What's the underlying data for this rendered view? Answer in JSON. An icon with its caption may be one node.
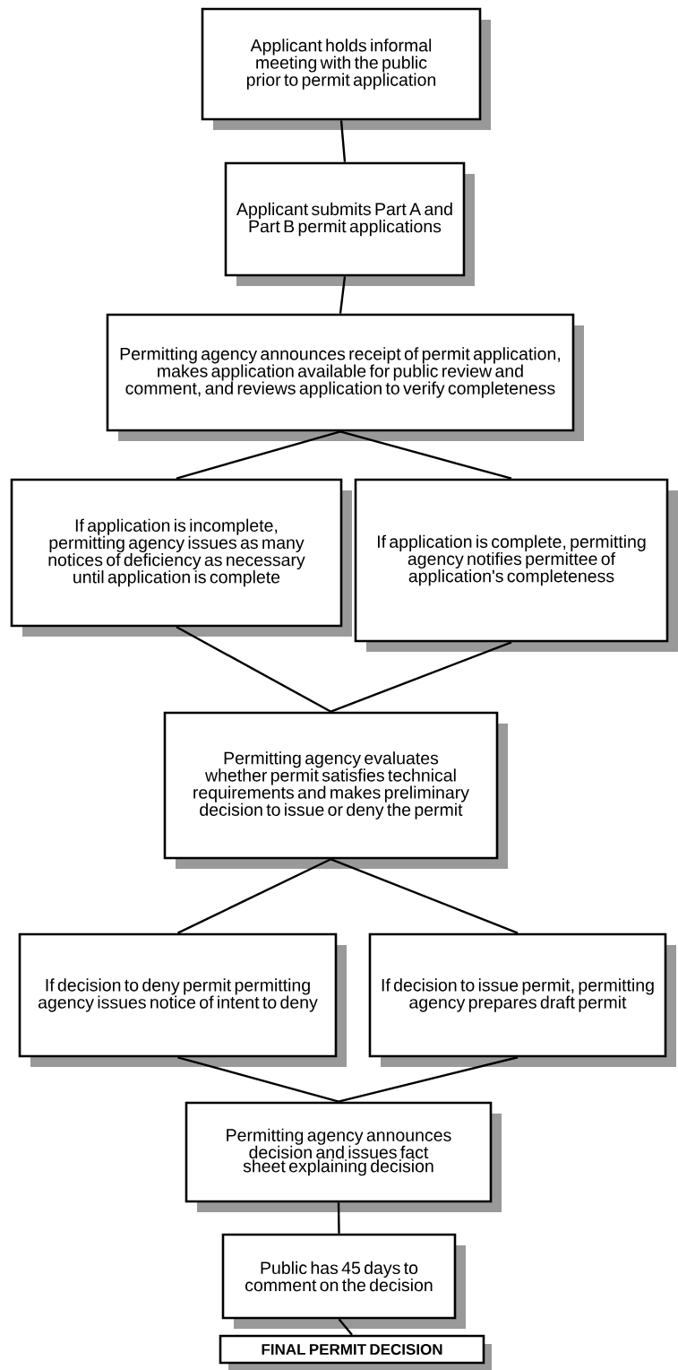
{
  "diagram": {
    "nodes": [
      {
        "text": [
          "Applicant holds informal meeting with the public prior to permit application"
        ]
      },
      {
        "text": [
          "Applicant submits Part A and Part B permit applications"
        ]
      },
      {
        "text": [
          "Permitting agency announces receipt of permit application, makes application available for public review and comment, and reviews application to verify completeness"
        ]
      },
      {
        "text": [
          "If application is incomplete, permitting agency issues as many notices of deficiency as necessary until application is complete"
        ]
      },
      {
        "text": [
          "If application is complete, permitting agency notifies permittee of application's completeness"
        ]
      },
      {
        "text": [
          "Permitting agency evaluates whether permit satisfies technical requirements and makes preliminary decision to issue or deny the permit"
        ]
      },
      {
        "text": [
          "If decision to deny permit permitting agency issues notice of intent to deny"
        ]
      },
      {
        "text": [
          "If decision to issue permit, permitting agency prepares draft permit"
        ]
      },
      {
        "text": [
          "Permitting agency announces decision and issues fact sheet explaining decision"
        ]
      },
      {
        "text": [
          "Public has 45 days to comment on the decision"
        ]
      },
      {
        "text": [
          "FINAL PERMIT DECISION"
        ]
      }
    ],
    "edges": [
      {
        "from": 0,
        "to": 1,
        "arrow": "none"
      },
      {
        "from": 1,
        "to": 2,
        "arrow": "none"
      },
      {
        "from": 2,
        "to": 3,
        "arrow": "none"
      },
      {
        "from": 2,
        "to": 4,
        "arrow": "none"
      },
      {
        "from": 3,
        "to": 5,
        "arrow": "none"
      },
      {
        "from": 4,
        "to": 5,
        "arrow": "none"
      },
      {
        "from": 5,
        "to": 6,
        "arrow": "none"
      },
      {
        "from": 5,
        "to": 7,
        "arrow": "none"
      },
      {
        "from": 6,
        "to": 8,
        "arrow": "none"
      },
      {
        "from": 7,
        "to": 8,
        "arrow": "none"
      },
      {
        "from": 8,
        "to": 9,
        "arrow": "none"
      },
      {
        "from": 9,
        "to": 10,
        "arrow": "none"
      }
    ]
  }
}
